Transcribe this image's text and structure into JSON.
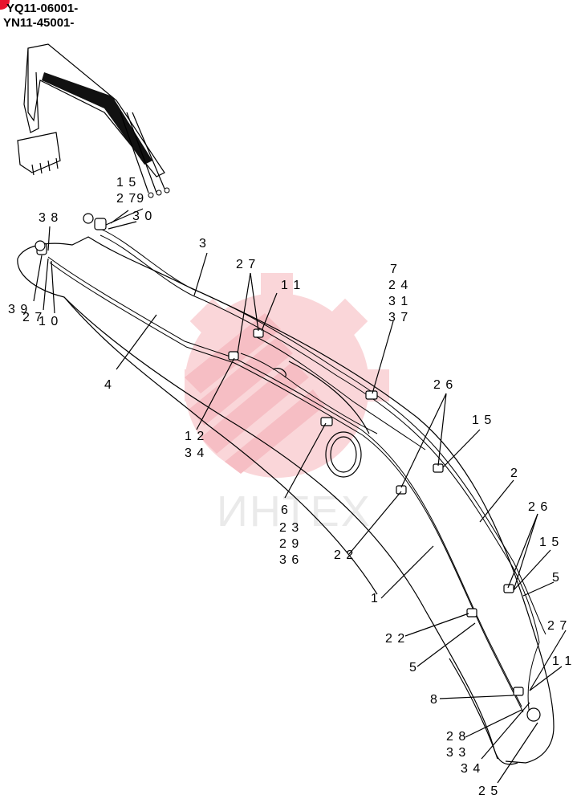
{
  "header": {
    "serial_1": "YQ11-06001-",
    "serial_2": "YN11-45001-"
  },
  "watermark": {
    "text": "ИНТЕХ",
    "color": "#f0838e"
  },
  "callouts": {
    "c15_top": "1 5",
    "c279": "2 79",
    "c30": "3 0",
    "c38": "3 8",
    "c3": "3",
    "c39": "3 9",
    "c27_left": "2 7",
    "c10": "1 0",
    "c4": "4",
    "c27_mid": "2 7",
    "c11_mid": "1 1",
    "c12": "1 2",
    "c34_left": "3 4",
    "c7": "7",
    "c24": "2 4",
    "c31": "3 1",
    "c37": "3 7",
    "c26_a": "2 6",
    "c15_a": "1 5",
    "c6": "6",
    "c23": "2 3",
    "c29": "2 9",
    "c36": "3 6",
    "c2": "2",
    "c22_a": "2 2",
    "c1": "1",
    "c26_b": "2 6",
    "c15_b": "1 5",
    "c5_a": "5",
    "c22_b": "2 2",
    "c27_low": "2 7",
    "c5_b": "5",
    "c11_low": "1 1",
    "c8": "8",
    "c28": "2 8",
    "c33": "3 3",
    "c34_low": "3 4",
    "c25": "2 5"
  }
}
